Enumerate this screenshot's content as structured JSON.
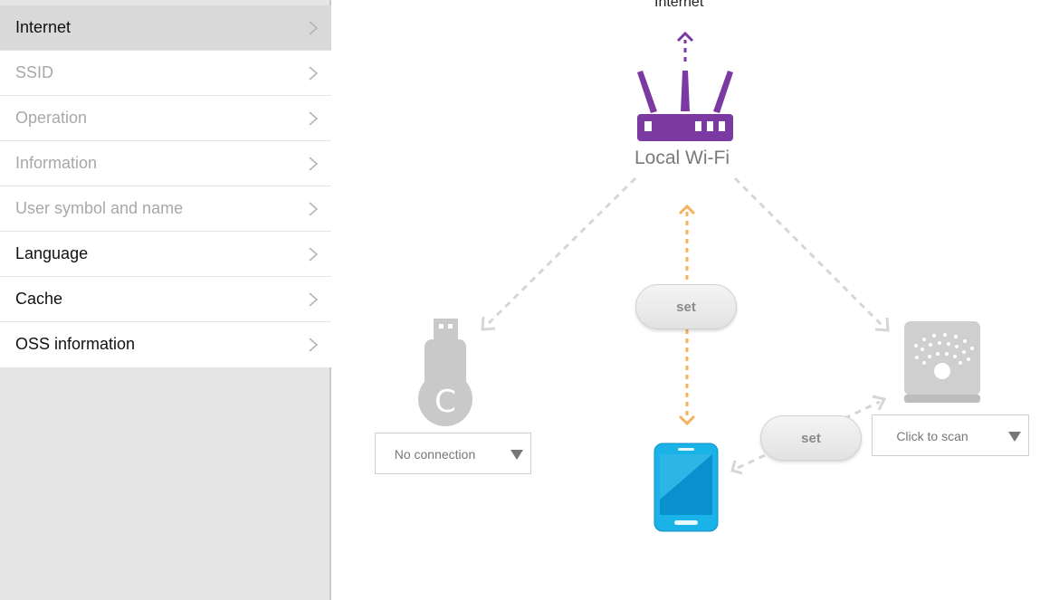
{
  "sidebar": {
    "items": [
      {
        "label": "Internet",
        "state": "active"
      },
      {
        "label": "SSID",
        "state": "disabled"
      },
      {
        "label": "Operation",
        "state": "disabled"
      },
      {
        "label": "Information",
        "state": "disabled"
      },
      {
        "label": "User symbol and name",
        "state": "disabled"
      },
      {
        "label": "Language",
        "state": "enabled"
      },
      {
        "label": "Cache",
        "state": "enabled"
      },
      {
        "label": "OSS information",
        "state": "enabled"
      }
    ]
  },
  "diagram": {
    "internet_label": "Internet",
    "router_label": "Local Wi-Fi",
    "set_button_center": "set",
    "set_button_right": "set",
    "dongle_select": "No connection",
    "hub_select": "Click to scan"
  },
  "colors": {
    "router": "#7b3aa1",
    "phone": "#1ab3e8",
    "set_link": "#f5b25a",
    "inactive_device": "#c9c9c9",
    "dashed_link": "#d6d6d6"
  }
}
